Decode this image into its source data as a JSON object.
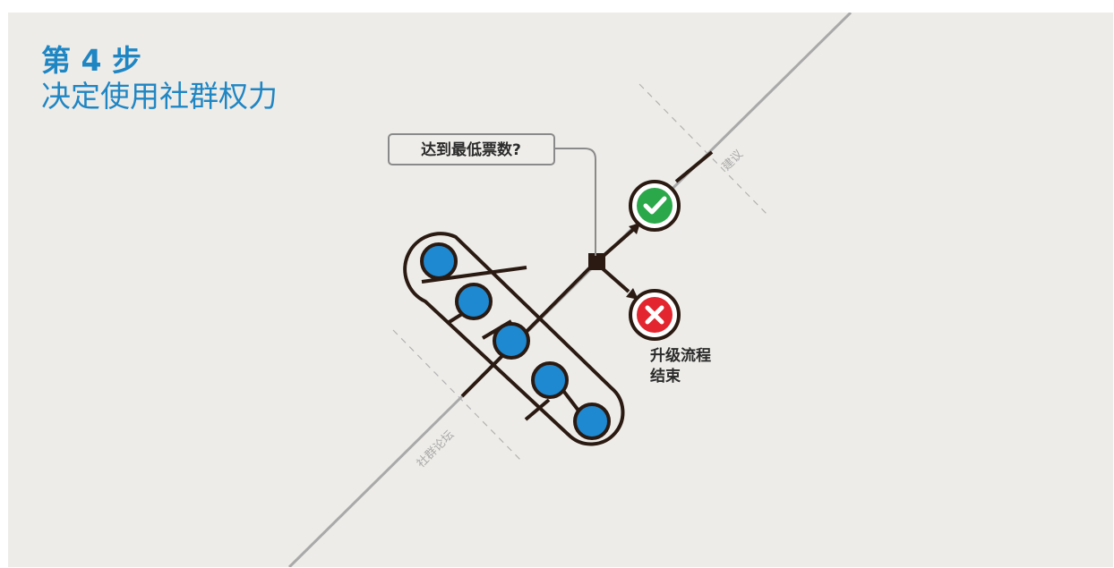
{
  "title": {
    "step": "第 4 步",
    "subtitle": "决定使用社群权力"
  },
  "diagram": {
    "question_label": "达到最低票数?",
    "outcome_yes_label": "建议",
    "outcome_no_label_line1": "升级流程",
    "outcome_no_label_line2": "结束",
    "entry_label": "社群论坛",
    "participant_count": 5,
    "colors": {
      "accent": "#1f86c4",
      "participant": "#1e88d0",
      "stroke": "#2a1a12",
      "track": "#a9a9a9",
      "yes": "#2ba84a",
      "no": "#e2252e",
      "background": "#eeece8"
    },
    "icons": {
      "yes": "check-icon",
      "no": "x-icon",
      "decision": "decision-node-icon"
    }
  }
}
